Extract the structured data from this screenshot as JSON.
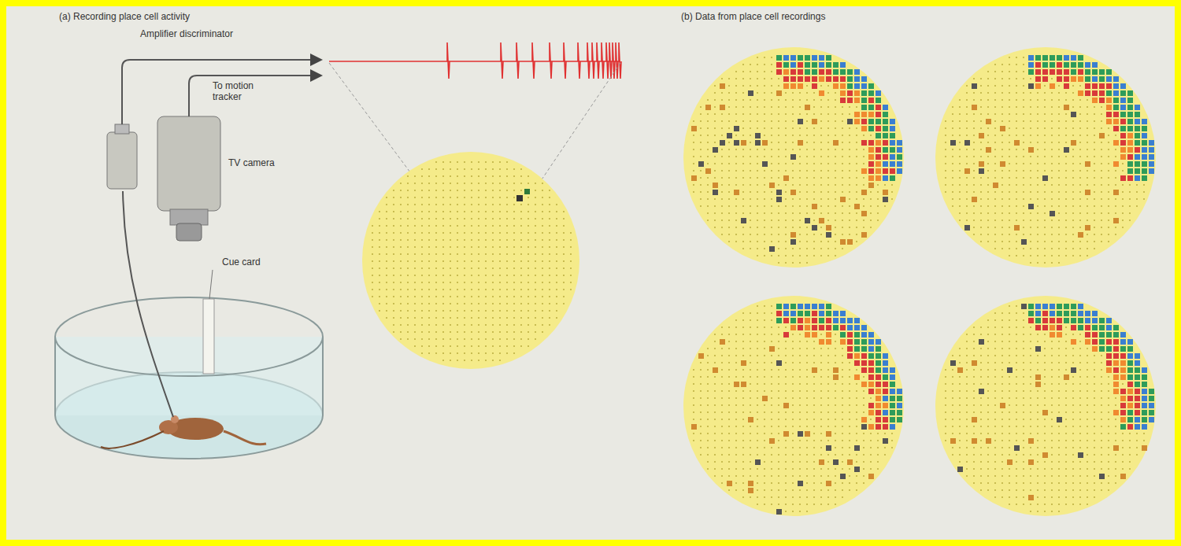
{
  "diagram": {
    "labels": [
      "(a) Recording place cell activity",
      "Amplifier discriminator",
      "To motion tracker",
      "TV camera",
      "Cue card",
      "(b) Data from place cell recordings"
    ]
  }
}
